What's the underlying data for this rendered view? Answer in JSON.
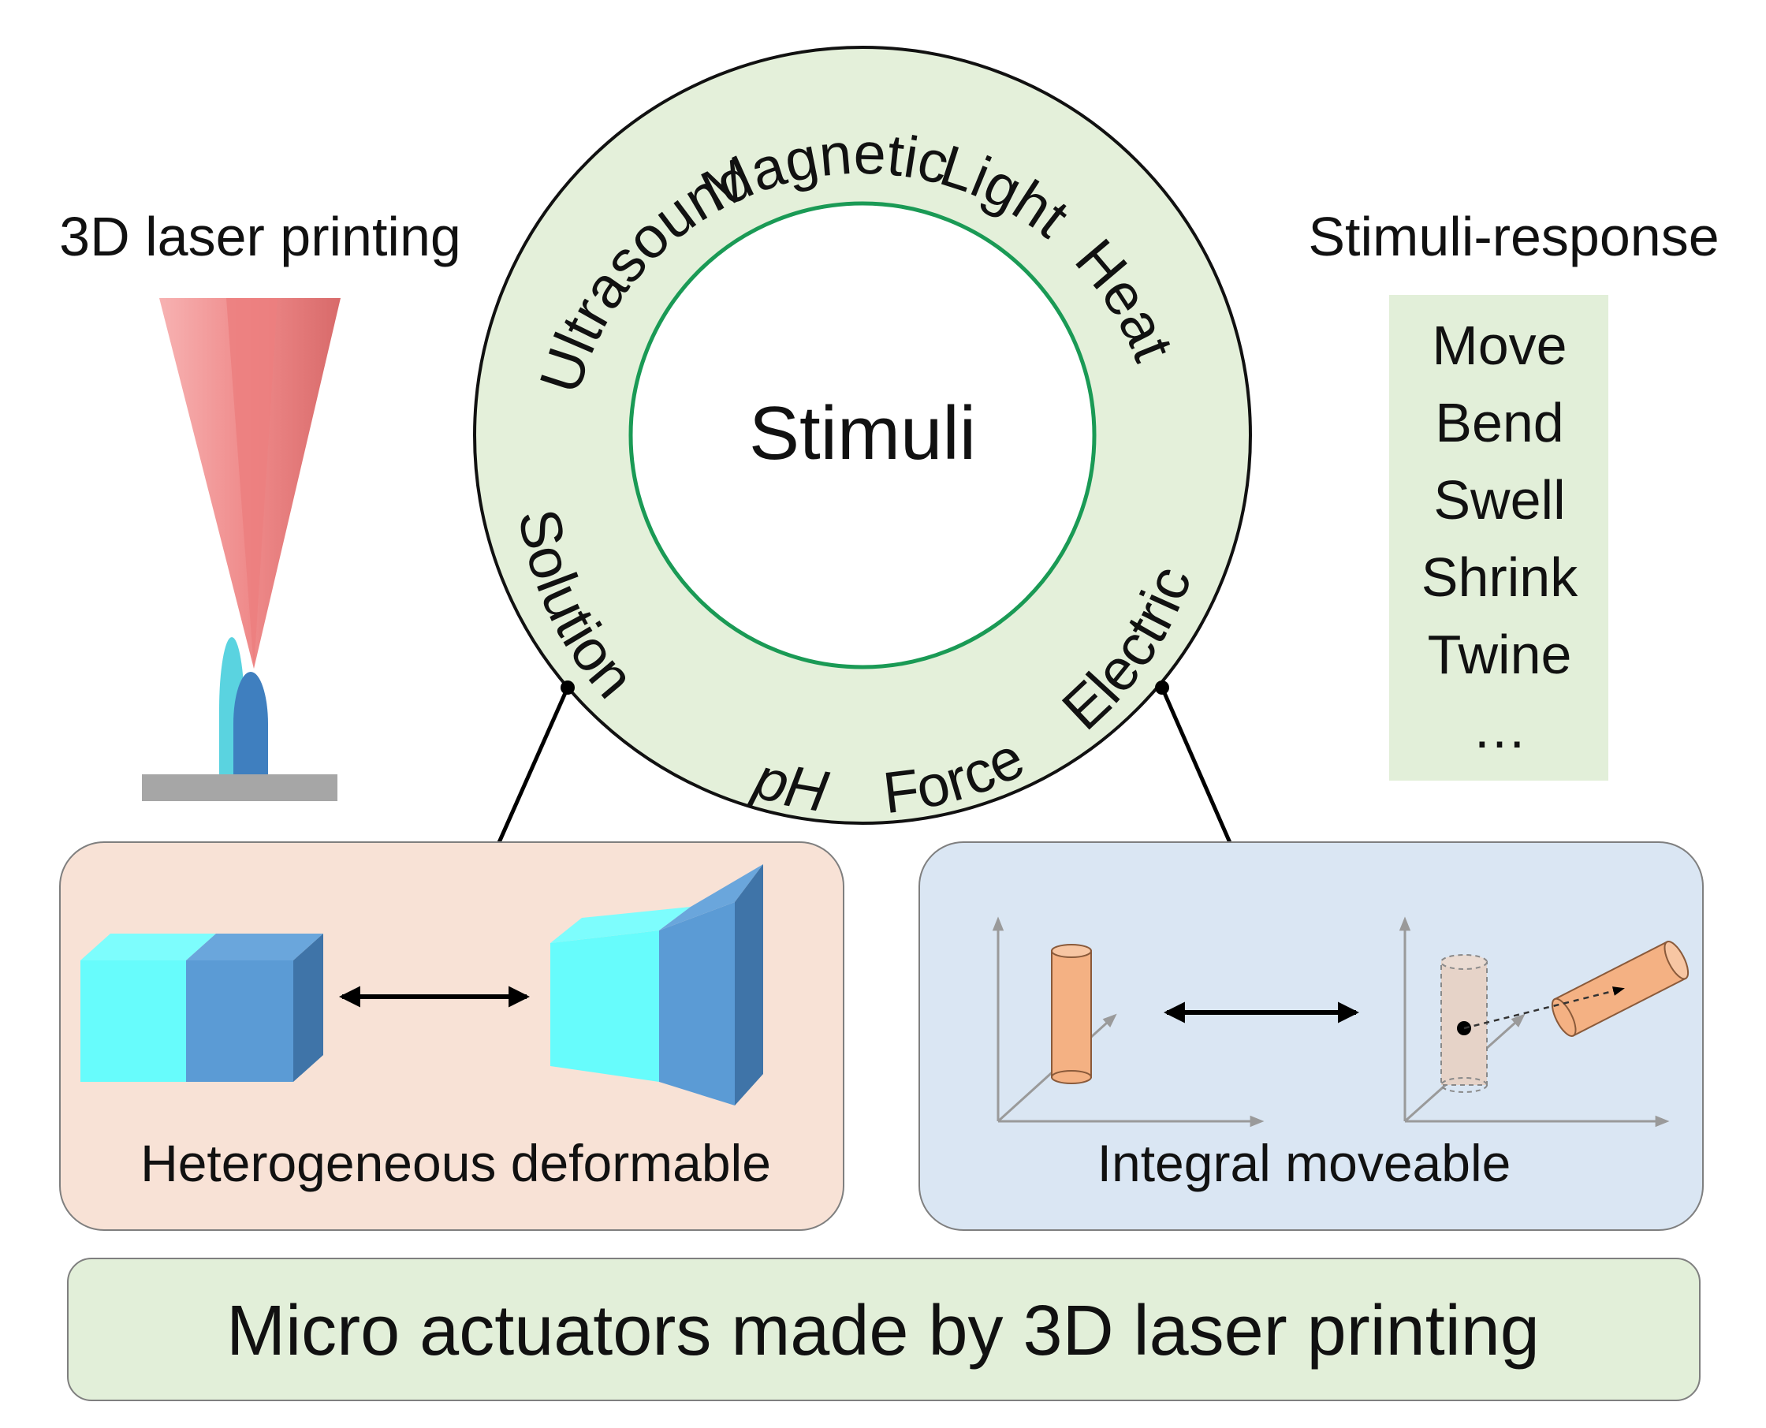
{
  "left_title": "3D laser printing",
  "right_title": "Stimuli-response",
  "center_label": "Stimuli",
  "stimuli": {
    "magnetic": "Magnetic",
    "light": "Light",
    "heat": "Heat",
    "electric": "Electric",
    "force": "Force",
    "ph": "pH",
    "solution": "Solution",
    "ultrasound": "Ultrasound"
  },
  "responses": [
    "Move",
    "Bend",
    "Swell",
    "Shrink",
    "Twine",
    "…"
  ],
  "panel_left_label": "Heterogeneous deformable",
  "panel_right_label": "Integral moveable",
  "bottom_banner": "Micro actuators made by 3D laser printing",
  "colors": {
    "ring_fill": "#e4f0da",
    "inner_circle_stroke": "#1a9a55",
    "response_box": "#e2efd9",
    "panel_left_fill": "#f8e2d6",
    "panel_right_fill": "#dae6f3",
    "banner_fill": "#e2efd9",
    "cube_light": "#67fcfc",
    "cube_dark": "#5b9bd5",
    "cylinder": "#f4b183",
    "beam": "#f08f8f",
    "substrate": "#a6a6a6"
  }
}
